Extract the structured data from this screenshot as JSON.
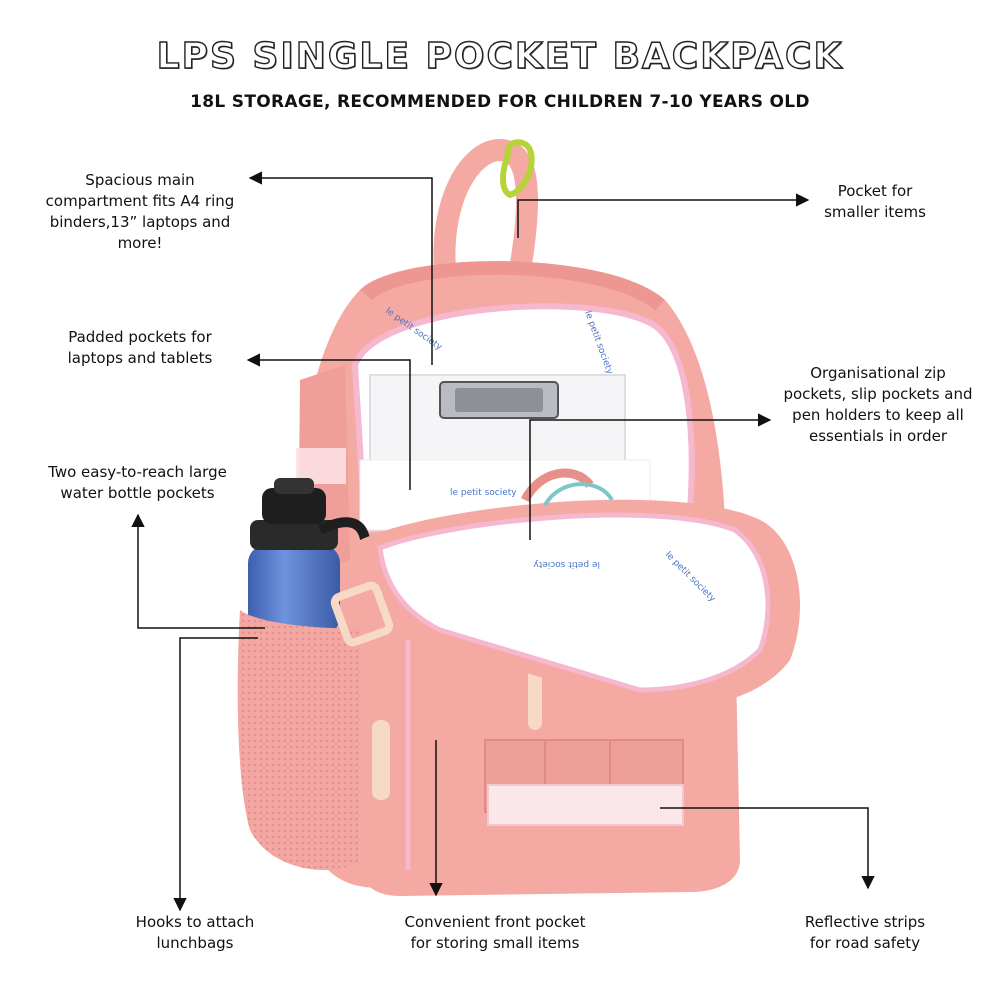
{
  "header": {
    "title": "LPS SINGLE POCKET BACKPACK",
    "subtitle": "18L STORAGE, RECOMMENDED FOR CHILDREN 7-10 YEARS OLD"
  },
  "product": {
    "image": "pink-backpack-photo",
    "interior_print": "le petit society"
  },
  "colors": {
    "bag_pink": "#f4a9a3",
    "bag_shadow": "#e98f8a",
    "zip_trim": "#f5b8cf",
    "lining": "#ffffff",
    "bottle_blue": "#4f74c4",
    "bottle_cap": "#1e1e1e",
    "carabiner": "#b7d33a",
    "text": "#111111"
  },
  "callouts": [
    {
      "id": "main-compartment",
      "text": "Spacious main\ncompartment fits A4 ring\nbinders,13” laptops and\nmore!"
    },
    {
      "id": "smaller-items",
      "text": "Pocket for\nsmaller items"
    },
    {
      "id": "padded-pockets",
      "text": "Padded pockets for\nlaptops and tablets"
    },
    {
      "id": "organisational",
      "text": "Organisational zip\npockets, slip pockets and\npen holders to keep all\nessentials in order"
    },
    {
      "id": "bottle-pockets",
      "text": "Two easy-to-reach large\nwater bottle pockets"
    },
    {
      "id": "hooks",
      "text": "Hooks to attach\nlunchbags"
    },
    {
      "id": "front-pocket",
      "text": "Convenient front pocket\nfor storing small items"
    },
    {
      "id": "reflective",
      "text": "Reflective strips\nfor road safety"
    }
  ]
}
